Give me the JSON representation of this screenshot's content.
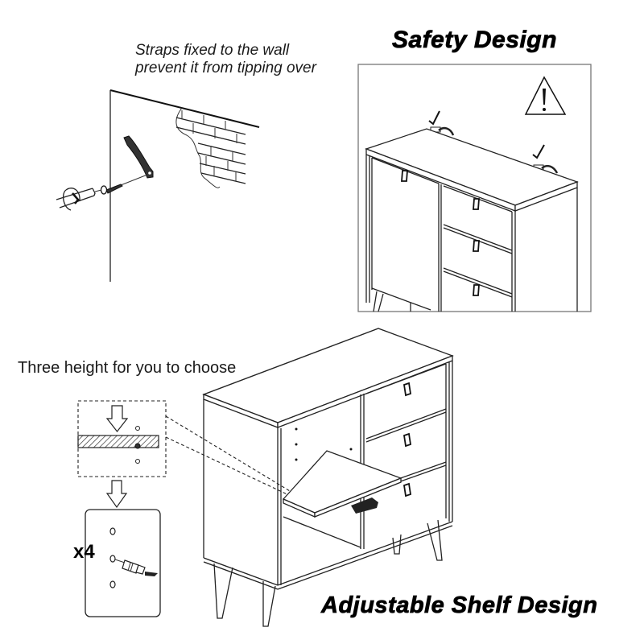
{
  "wall_strap_panel": {
    "caption_line1": "Straps fixed to the wall",
    "caption_line2": "prevent it from tipping over",
    "icons": [
      "wall-icon",
      "brick-wall-icon",
      "wall-strap-icon",
      "screw-icon",
      "wall-anchor-icon"
    ]
  },
  "safety_panel": {
    "title": "Safety Design",
    "warning_symbol": "!",
    "icons": [
      "warning-triangle-icon",
      "checkmark-icon",
      "checkmark-icon",
      "anti-tip-strap-icon",
      "cabinet-icon"
    ]
  },
  "shelf_panel": {
    "caption": "Three height for you to choose",
    "quantity_label": "x4",
    "title": "Adjustable Shelf Design",
    "shelf_positions": 3,
    "icons": [
      "down-arrow-icon",
      "hatched-shelf-icon",
      "shelf-pin-icon",
      "push-arrow-icon",
      "cabinet-icon"
    ]
  },
  "colors": {
    "line": "#222222",
    "background": "#ffffff",
    "text": "#000000"
  }
}
